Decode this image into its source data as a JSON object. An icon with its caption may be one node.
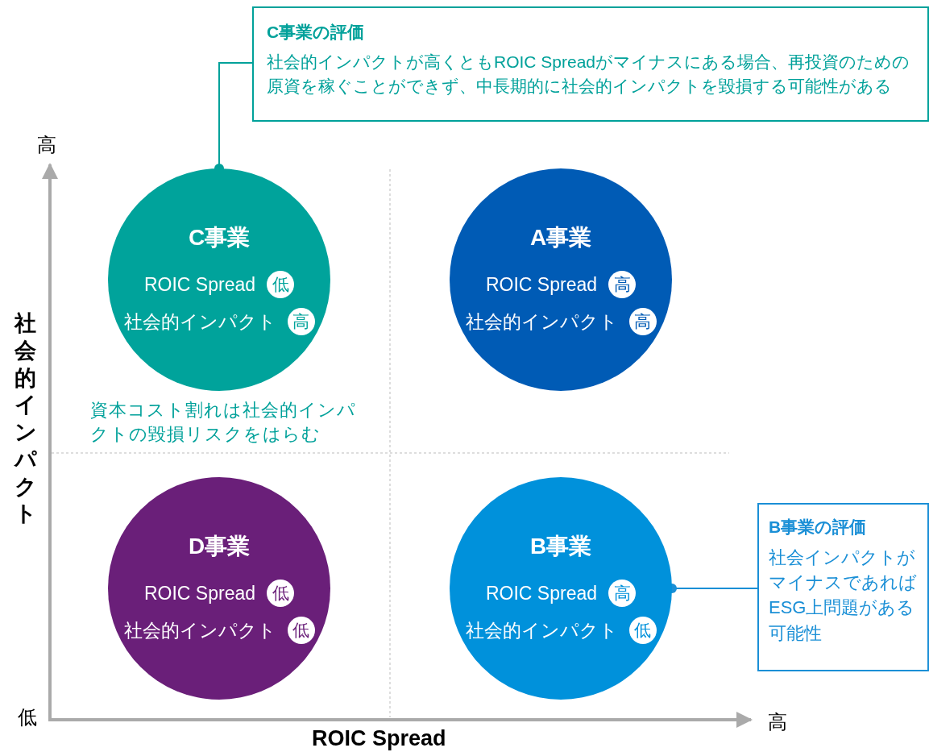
{
  "diagram": {
    "nodes": [
      {
        "text": [
          "C事業の評価",
          "社会的インパクトが高くともROIC Spreadがマイナスにある場合、再投資のための原資を稼ぐことができず、中長期的に社会的インパクトを毀損する可能性がある"
        ]
      },
      {
        "text": [
          "C事業",
          "ROIC Spread",
          "低",
          "社会的インパクト",
          "高"
        ]
      },
      {
        "text": [
          "A事業",
          "ROIC Spread",
          "高",
          "社会的インパクト",
          "高"
        ]
      },
      {
        "text": [
          "D事業",
          "ROIC Spread",
          "低",
          "社会的インパクト",
          "低"
        ]
      },
      {
        "text": [
          "B事業",
          "ROIC Spread",
          "高",
          "社会的インパクト",
          "低"
        ]
      },
      {
        "text": [
          "B事業の評価",
          "社会インパクトがマイナスであればESG上問題がある可能性"
        ]
      }
    ],
    "edges": [
      {
        "from": 1,
        "to": 0,
        "arrow": "other"
      },
      {
        "from": 4,
        "to": 5,
        "arrow": "other"
      }
    ],
    "labels": [
      "高",
      "社会的インパクト",
      "資本コスト割れは社会的インパクトの毀損リスクをはらむ",
      "低",
      "高",
      "ROIC Spread"
    ]
  }
}
